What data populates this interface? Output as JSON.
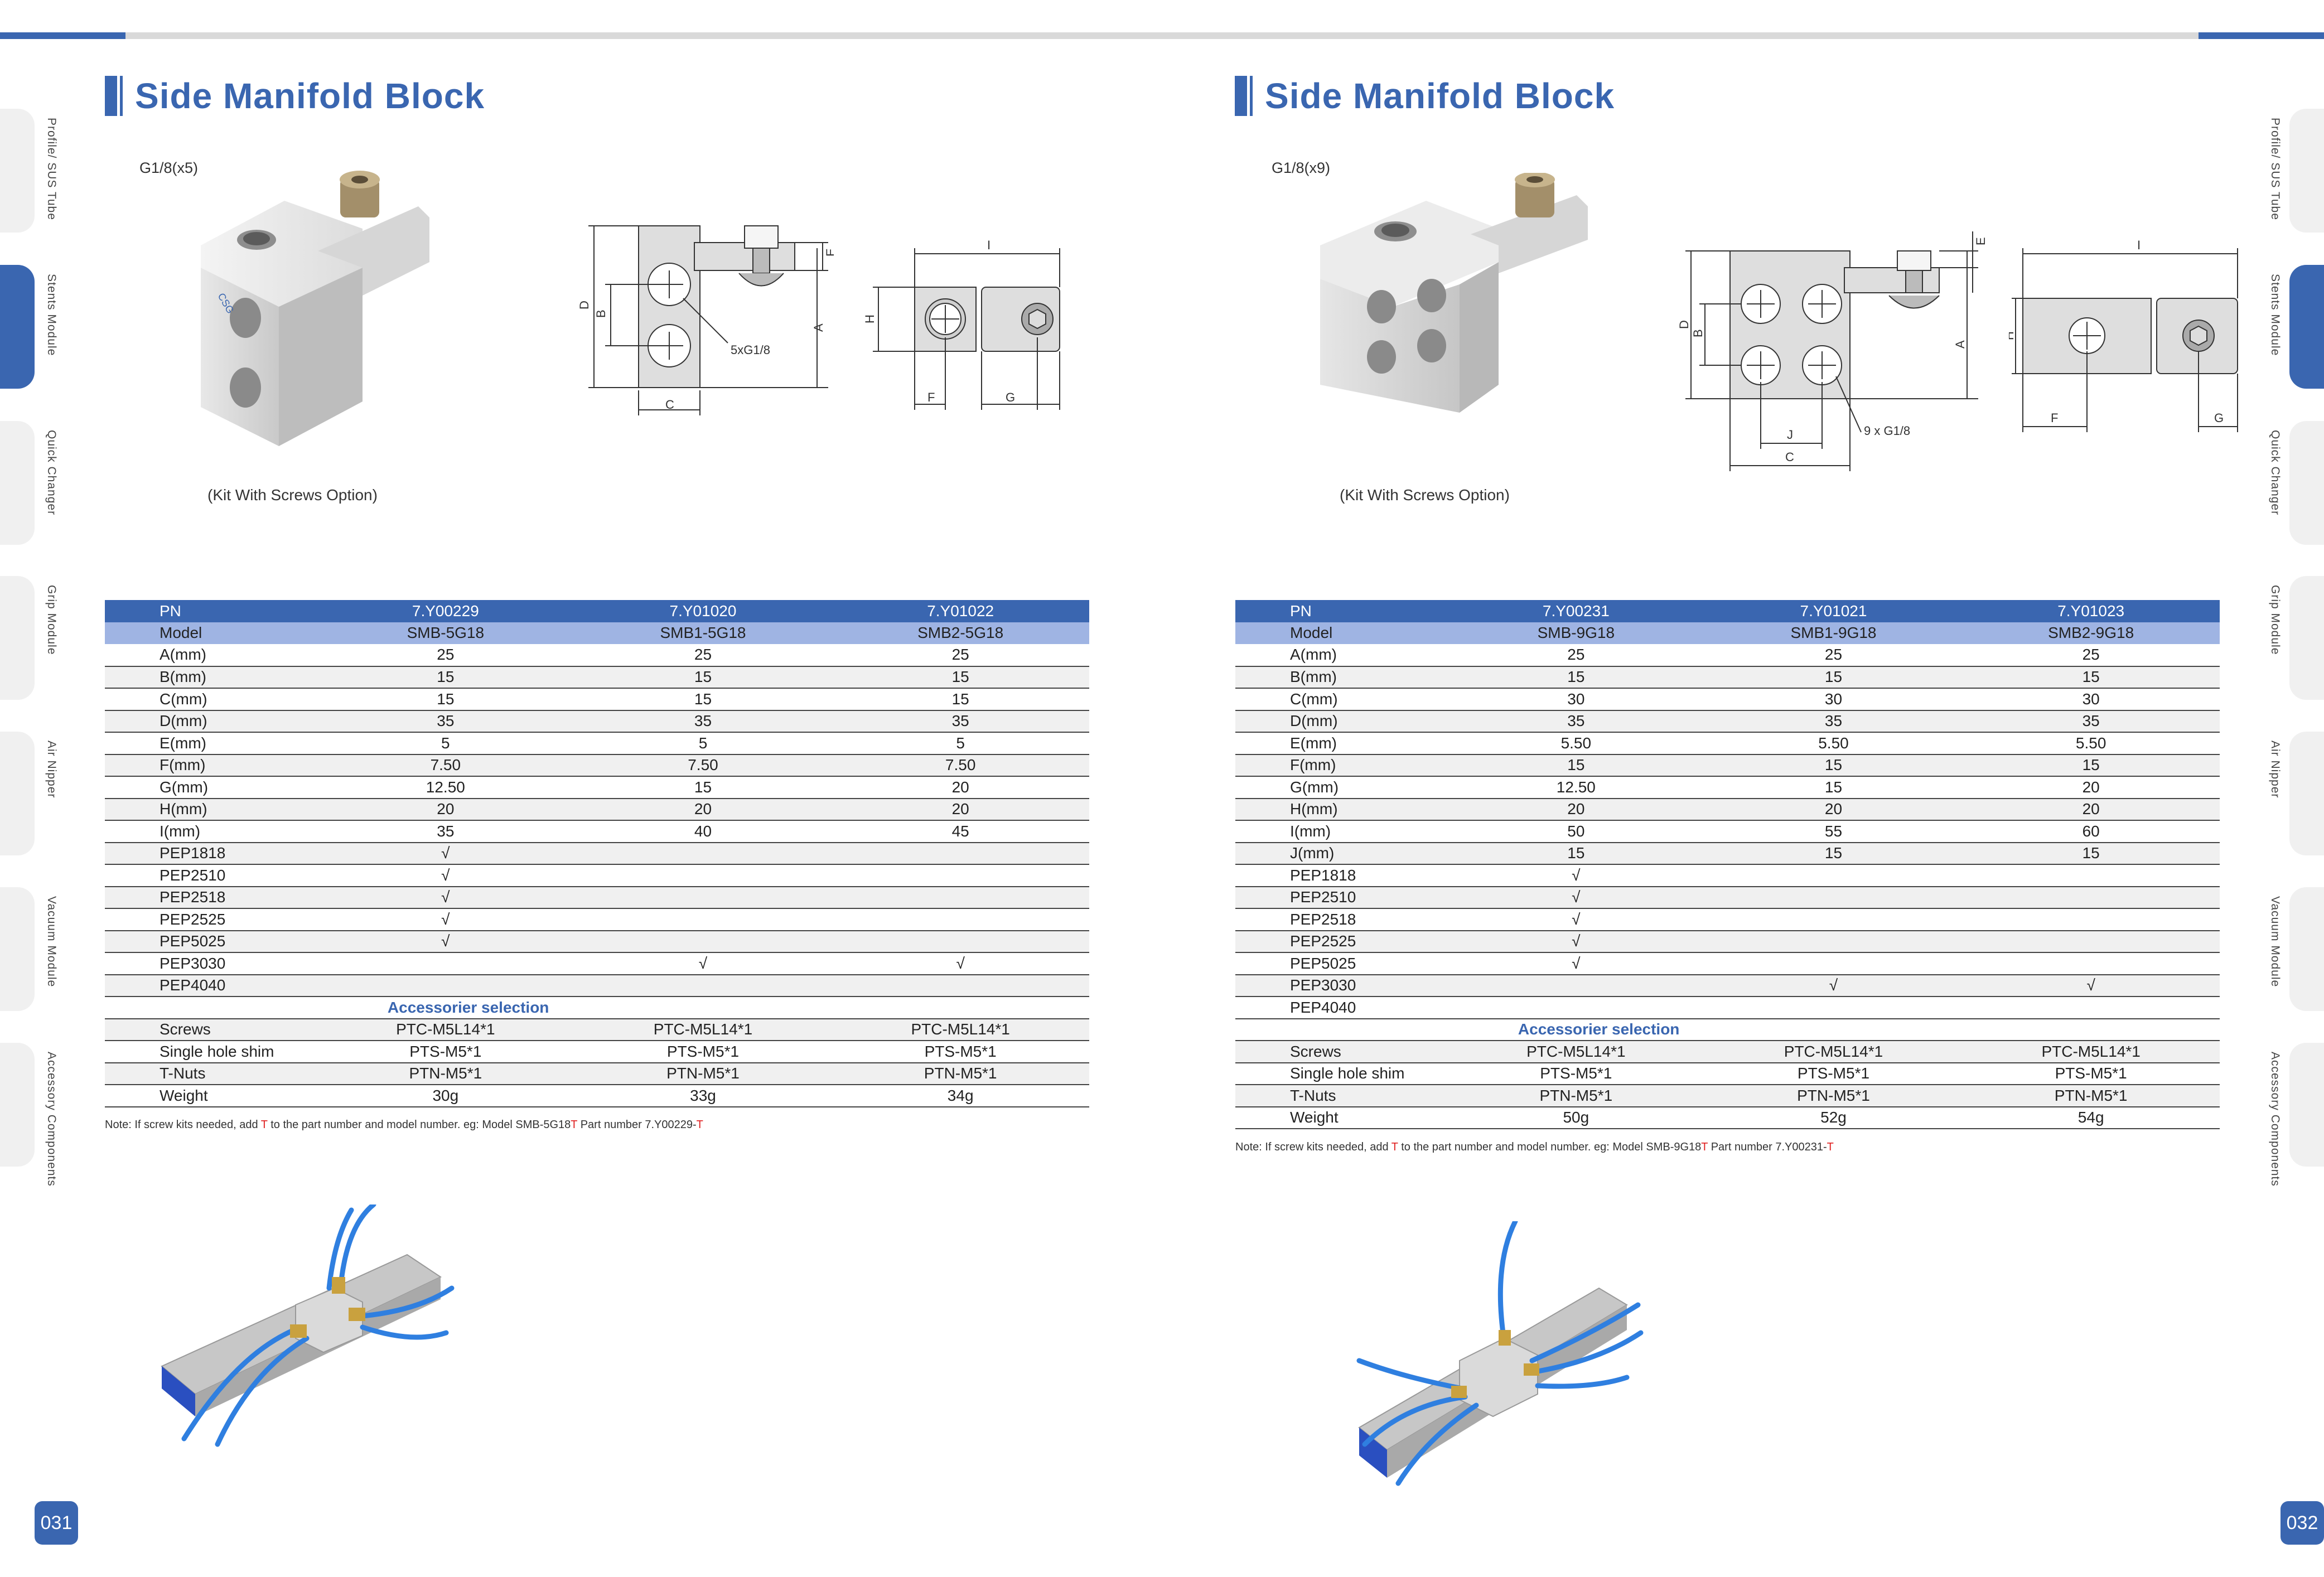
{
  "side_tabs": [
    "Profile/ SUS Tube",
    "Stents Module",
    "Quick Changer",
    "Grip Module",
    "Air Nipper",
    "Vacuum Module",
    "Accessory Components"
  ],
  "active_tab_index": 1,
  "colors": {
    "accent": "#3a66b0",
    "model_row": "#9fb4e3",
    "red": "#e02020"
  },
  "left": {
    "title": "Side Manifold Block",
    "thread": "G1/8(x5)",
    "kit": "(Kit With Screws Option)",
    "drawing": {
      "D": "D",
      "B": "B",
      "A": "A",
      "E": "E",
      "C": "C",
      "H": "H",
      "I": "I",
      "F": "F",
      "G": "G",
      "callout": "5xG1/8"
    },
    "table": {
      "pn": [
        "PN",
        "7.Y00229",
        "7.Y01020",
        "7.Y01022"
      ],
      "model": [
        "Model",
        "SMB-5G18",
        "SMB1-5G18",
        "SMB2-5G18"
      ],
      "rows": [
        [
          "A(mm)",
          "25",
          "25",
          "25"
        ],
        [
          "B(mm)",
          "15",
          "15",
          "15"
        ],
        [
          "C(mm)",
          "15",
          "15",
          "15"
        ],
        [
          "D(mm)",
          "35",
          "35",
          "35"
        ],
        [
          "E(mm)",
          "5",
          "5",
          "5"
        ],
        [
          "F(mm)",
          "7.50",
          "7.50",
          "7.50"
        ],
        [
          "G(mm)",
          "12.50",
          "15",
          "20"
        ],
        [
          "H(mm)",
          "20",
          "20",
          "20"
        ],
        [
          "I(mm)",
          "35",
          "40",
          "45"
        ],
        [
          "PEP1818",
          "√",
          "",
          ""
        ],
        [
          "PEP2510",
          "√",
          "",
          ""
        ],
        [
          "PEP2518",
          "√",
          "",
          ""
        ],
        [
          "PEP2525",
          "√",
          "",
          ""
        ],
        [
          "PEP5025",
          "√",
          "",
          ""
        ],
        [
          "PEP3030",
          "",
          "√",
          "√"
        ],
        [
          "PEP4040",
          "",
          "",
          ""
        ]
      ],
      "section": "Accessorier selection",
      "acc": [
        [
          "Screws",
          "PTC-M5L14*1",
          "PTC-M5L14*1",
          "PTC-M5L14*1"
        ],
        [
          "Single hole shim",
          "PTS-M5*1",
          "PTS-M5*1",
          "PTS-M5*1"
        ],
        [
          "T-Nuts",
          "PTN-M5*1",
          "PTN-M5*1",
          "PTN-M5*1"
        ],
        [
          "Weight",
          "30g",
          "33g",
          "34g"
        ]
      ]
    },
    "note": {
      "a": "Note: If screw kits needed, add ",
      "t1": "T",
      "b": " to the part number and model number. eg: Model SMB-5G18",
      "t2": "T",
      "c": " Part number 7.Y00229-",
      "t3": "T"
    },
    "page": "031"
  },
  "right": {
    "title": "Side Manifold Block",
    "thread": "G1/8(x9)",
    "kit": "(Kit With Screws Option)",
    "drawing": {
      "D": "D",
      "B": "B",
      "A": "A",
      "E": "E",
      "C": "C",
      "J": "J",
      "H": "H",
      "I": "I",
      "F": "F",
      "G": "G",
      "callout": "9 x G1/8"
    },
    "table": {
      "pn": [
        "PN",
        "7.Y00231",
        "7.Y01021",
        "7.Y01023"
      ],
      "model": [
        "Model",
        "SMB-9G18",
        "SMB1-9G18",
        "SMB2-9G18"
      ],
      "rows": [
        [
          "A(mm)",
          "25",
          "25",
          "25"
        ],
        [
          "B(mm)",
          "15",
          "15",
          "15"
        ],
        [
          "C(mm)",
          "30",
          "30",
          "30"
        ],
        [
          "D(mm)",
          "35",
          "35",
          "35"
        ],
        [
          "E(mm)",
          "5.50",
          "5.50",
          "5.50"
        ],
        [
          "F(mm)",
          "15",
          "15",
          "15"
        ],
        [
          "G(mm)",
          "12.50",
          "15",
          "20"
        ],
        [
          "H(mm)",
          "20",
          "20",
          "20"
        ],
        [
          "I(mm)",
          "50",
          "55",
          "60"
        ],
        [
          "J(mm)",
          "15",
          "15",
          "15"
        ],
        [
          "PEP1818",
          "√",
          "",
          ""
        ],
        [
          "PEP2510",
          "√",
          "",
          ""
        ],
        [
          "PEP2518",
          "√",
          "",
          ""
        ],
        [
          "PEP2525",
          "√",
          "",
          ""
        ],
        [
          "PEP5025",
          "√",
          "",
          ""
        ],
        [
          "PEP3030",
          "",
          "√",
          "√"
        ],
        [
          "PEP4040",
          "",
          "",
          ""
        ]
      ],
      "section": "Accessorier selection",
      "acc": [
        [
          "Screws",
          "PTC-M5L14*1",
          "PTC-M5L14*1",
          "PTC-M5L14*1"
        ],
        [
          "Single hole shim",
          "PTS-M5*1",
          "PTS-M5*1",
          "PTS-M5*1"
        ],
        [
          "T-Nuts",
          "PTN-M5*1",
          "PTN-M5*1",
          "PTN-M5*1"
        ],
        [
          "Weight",
          "50g",
          "52g",
          "54g"
        ]
      ]
    },
    "note": {
      "a": "Note: If screw kits needed, add ",
      "t1": "T",
      "b": " to the part number and model number. eg: Model SMB-9G18",
      "t2": "T",
      "c": " Part number 7.Y00231-",
      "t3": "T"
    },
    "page": "032"
  }
}
